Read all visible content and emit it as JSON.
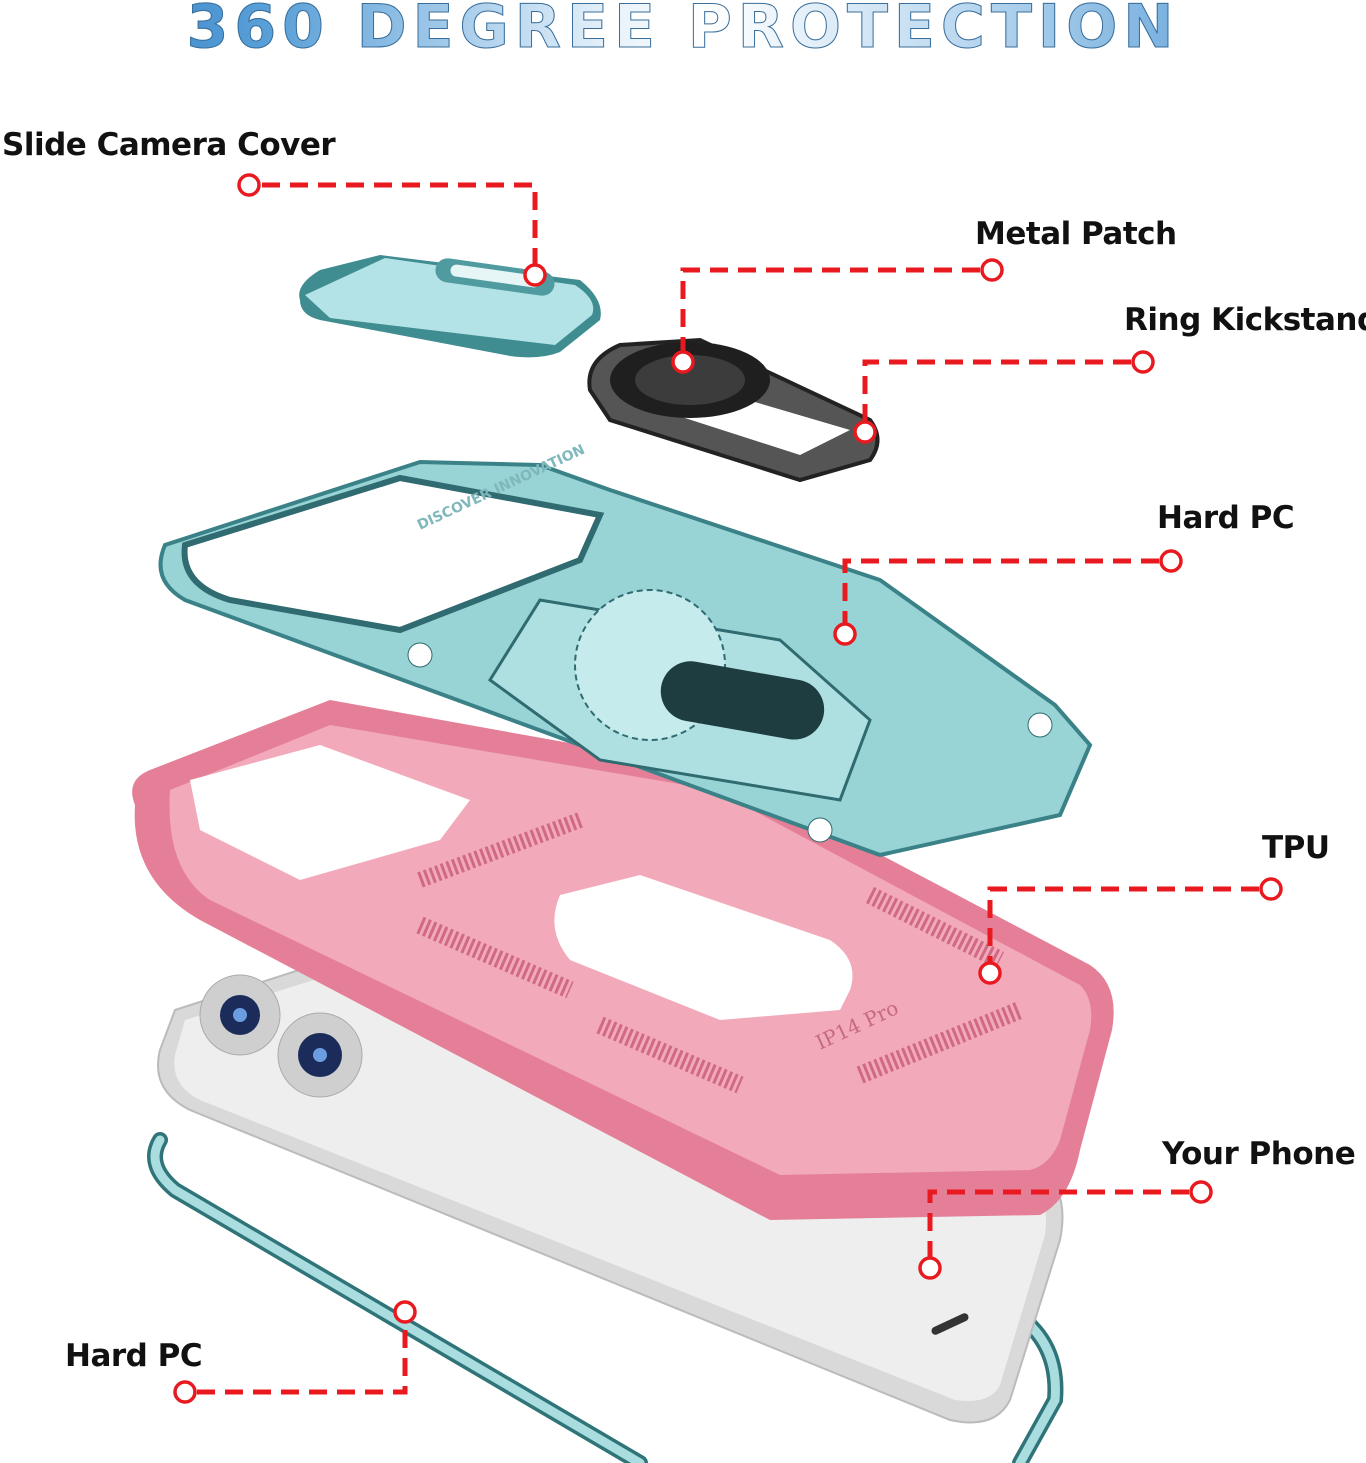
{
  "title": "360 DEGREE PROTECTION",
  "labels": {
    "slide_camera_cover": "Slide Camera Cover",
    "metal_patch": "Metal Patch",
    "ring_kickstand": "Ring Kickstand",
    "hard_pc_top": "Hard PC",
    "tpu": "TPU",
    "your_phone": "Your Phone",
    "hard_pc_bottom": "Hard PC"
  },
  "embossed_text": {
    "frame": "DISCOVER INNOVATION",
    "tpu": "IP14 Pro"
  },
  "colors": {
    "callout": "#e8191f",
    "teal_part": "#a9dde0",
    "pink_part": "#ec93a6",
    "phone_silver": "#e6e6e6",
    "ring_dark": "#2b2b2b"
  }
}
